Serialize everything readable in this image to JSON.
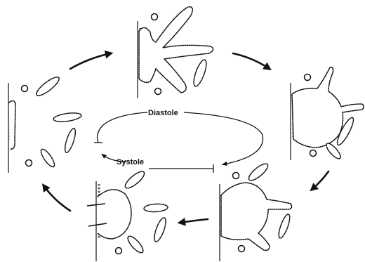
{
  "diagram": {
    "labels": {
      "diastole": "Diastole",
      "systole": "Systole"
    },
    "stages": [
      {
        "name": "stage-left",
        "position": "left"
      },
      {
        "name": "stage-top",
        "position": "top"
      },
      {
        "name": "stage-right",
        "position": "right"
      },
      {
        "name": "stage-bottom-right",
        "position": "bottom-right"
      },
      {
        "name": "stage-bottom-left",
        "position": "bottom-left"
      }
    ],
    "cycle_arrows": [
      "left-to-top",
      "top-to-right",
      "right-to-bottom-right",
      "bottom-right-to-bottom-left",
      "bottom-left-to-left"
    ],
    "colors": {
      "ink": "#111111",
      "background": "#ffffff"
    }
  }
}
